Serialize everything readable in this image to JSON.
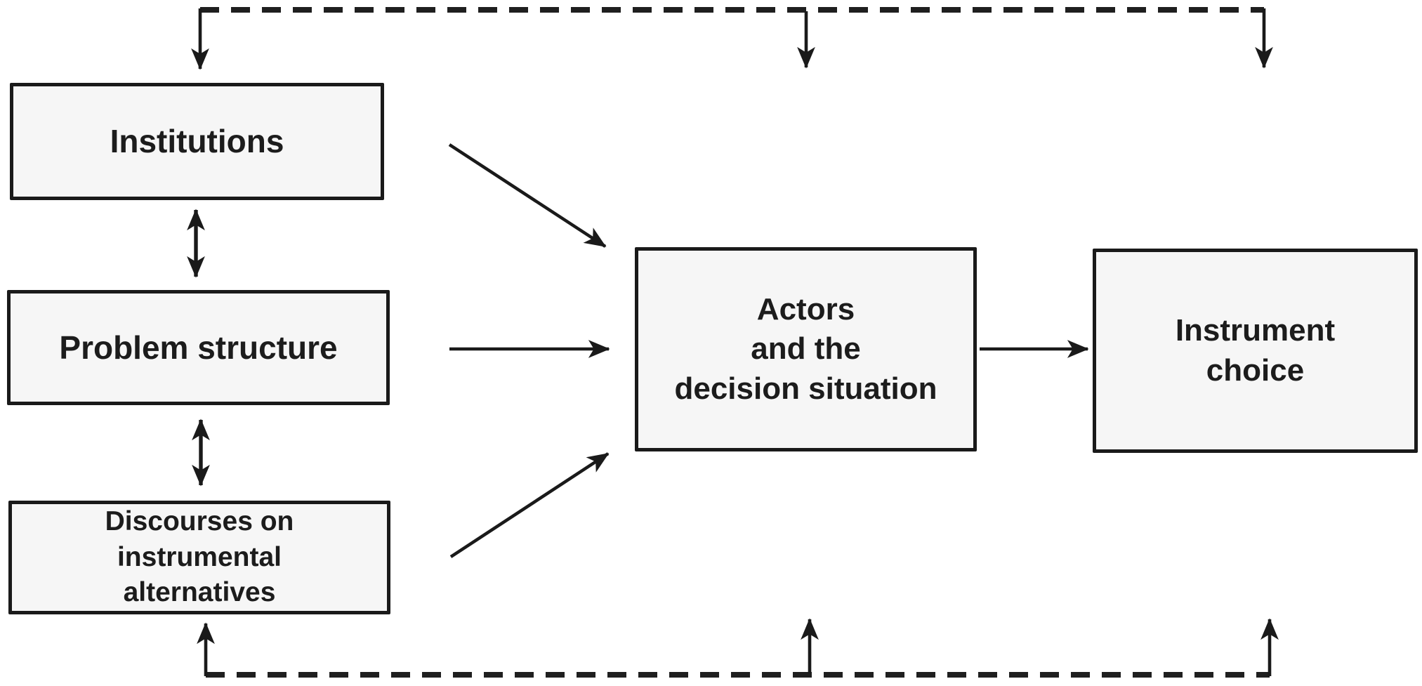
{
  "diagram": {
    "title": "Instrument choice framework diagram",
    "boxes": [
      {
        "id": "institutions",
        "label": "Institutions"
      },
      {
        "id": "problem-structure",
        "label": "Problem structure"
      },
      {
        "id": "discourses",
        "label": "Discourses on\ninstrumental\nalternatives"
      },
      {
        "id": "actors",
        "label": "Actors\nand the\ndecision situation"
      },
      {
        "id": "instrument-choice",
        "label": "Instrument\nchoice"
      }
    ],
    "relations": [
      "institutions <-> problem-structure",
      "problem-structure <-> discourses",
      "institutions -> actors",
      "problem-structure -> actors",
      "discourses -> actors",
      "actors -> instrument-choice",
      "feedback (dashed, top): back to institutions, actors, instrument-choice",
      "feedback (dashed, bottom): back to discourses, actors, instrument-choice"
    ],
    "colors": {
      "background": "#ffffff",
      "box_fill": "#f6f6f6",
      "box_border": "#1a1a1a",
      "line": "#1a1a1a",
      "text": "#1c1c1c"
    }
  }
}
